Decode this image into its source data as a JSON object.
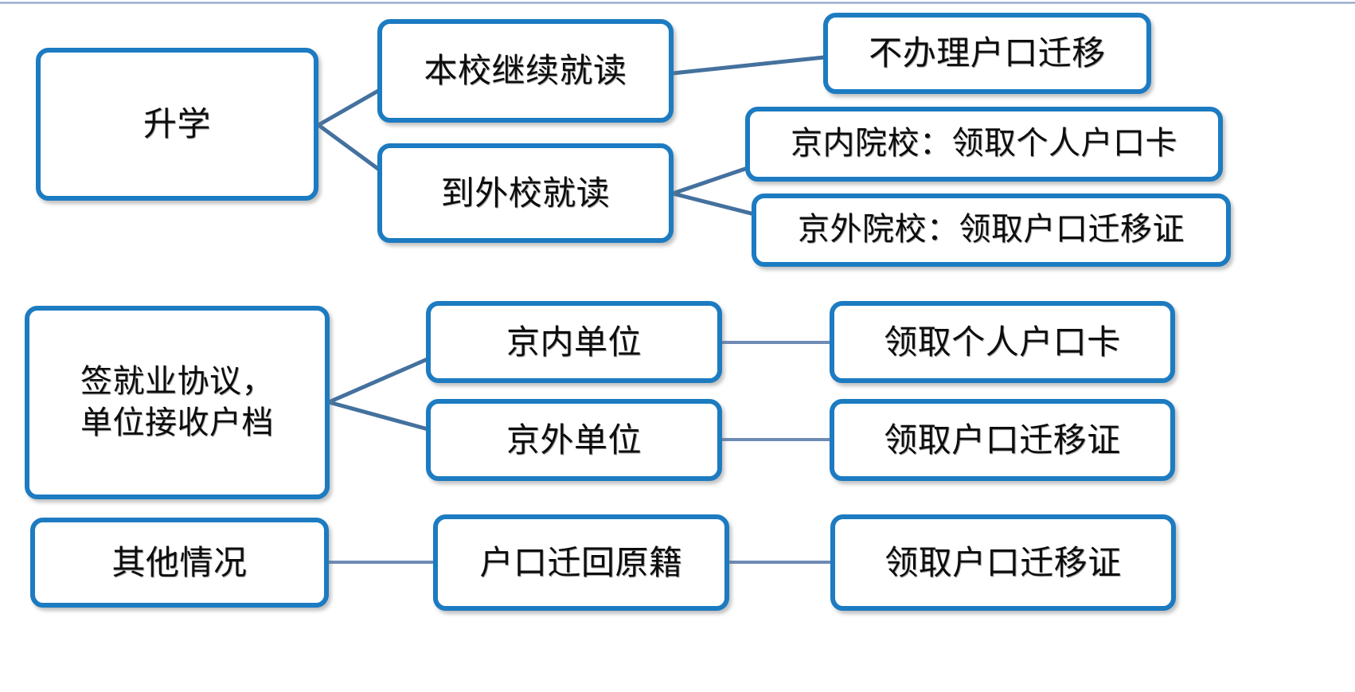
{
  "diagram": {
    "type": "flowchart",
    "title": "",
    "colors": {
      "node_border": "#1c7bc1",
      "node_fill": "#ffffff",
      "connector": "#44719e",
      "text": "#0d0d0d",
      "top_rule": "#8fa6c4"
    },
    "groups": [
      {
        "id": "group-further-study",
        "root": {
          "id": "n-shengxue",
          "label": "升学"
        },
        "nodes": [
          {
            "id": "n-benxiao",
            "label": "本校继续就读",
            "level": 2
          },
          {
            "id": "n-buban",
            "label": "不办理户口迁移",
            "level": 3
          },
          {
            "id": "n-waixiao",
            "label": "到外校就读",
            "level": 2
          },
          {
            "id": "n-jingnei-yuanxiao",
            "label": "京内院校：领取个人户口卡",
            "level": 3
          },
          {
            "id": "n-jingwai-yuanxiao",
            "label": "京外院校：领取户口迁移证",
            "level": 3
          }
        ],
        "edges": [
          {
            "from": "n-shengxue",
            "to": "n-benxiao"
          },
          {
            "from": "n-shengxue",
            "to": "n-waixiao"
          },
          {
            "from": "n-benxiao",
            "to": "n-buban"
          },
          {
            "from": "n-waixiao",
            "to": "n-jingnei-yuanxiao"
          },
          {
            "from": "n-waixiao",
            "to": "n-jingwai-yuanxiao"
          }
        ]
      },
      {
        "id": "group-employment",
        "root": {
          "id": "n-qian",
          "label": "签就业协议，\n单位接收户档"
        },
        "nodes": [
          {
            "id": "n-jingnei-danwei",
            "label": "京内单位",
            "level": 2
          },
          {
            "id": "n-ling-geren",
            "label": "领取个人户口卡",
            "level": 3
          },
          {
            "id": "n-jingwai-danwei",
            "label": "京外单位",
            "level": 2
          },
          {
            "id": "n-ling-qianyi-1",
            "label": "领取户口迁移证",
            "level": 3
          }
        ],
        "edges": [
          {
            "from": "n-qian",
            "to": "n-jingnei-danwei"
          },
          {
            "from": "n-qian",
            "to": "n-jingwai-danwei"
          },
          {
            "from": "n-jingnei-danwei",
            "to": "n-ling-geren"
          },
          {
            "from": "n-jingwai-danwei",
            "to": "n-ling-qianyi-1"
          }
        ]
      },
      {
        "id": "group-other",
        "root": {
          "id": "n-qita",
          "label": "其他情况"
        },
        "nodes": [
          {
            "id": "n-huikou",
            "label": "户口迁回原籍",
            "level": 2
          },
          {
            "id": "n-ling-qianyi-2",
            "label": "领取户口迁移证",
            "level": 3
          }
        ],
        "edges": [
          {
            "from": "n-qita",
            "to": "n-huikou"
          },
          {
            "from": "n-huikou",
            "to": "n-ling-qianyi-2"
          }
        ]
      }
    ]
  }
}
